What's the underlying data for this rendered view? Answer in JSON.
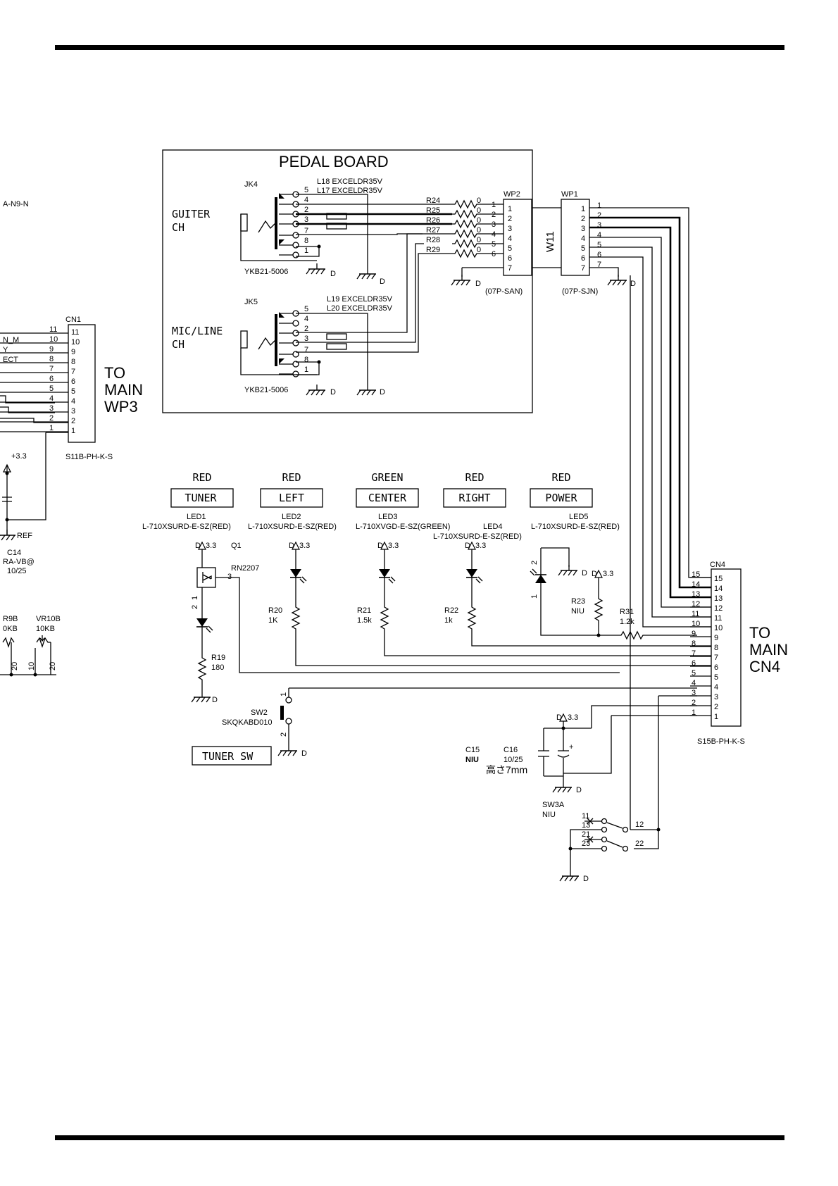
{
  "title": "PEDAL BOARD",
  "left_labels": {
    "net1": "A-N9-N",
    "net2": "N_M",
    "net3": "Y",
    "net4": "ECT"
  },
  "cn1": {
    "ref": "CN1",
    "part": "S11B-PH-K-S",
    "pins": [
      "11",
      "10",
      "9",
      "8",
      "7",
      "6",
      "5",
      "4",
      "3",
      "2",
      "1"
    ],
    "dest": [
      "TO",
      "MAIN",
      "WP3"
    ]
  },
  "left_parts": {
    "vcc": "+3.3",
    "ref": "REF",
    "c14": [
      "C14",
      "RA-VB@",
      "10/25"
    ],
    "r9b": [
      "R9B",
      "0KB"
    ],
    "vr10b": [
      "VR10B",
      "10KB"
    ],
    "vr_pins": [
      "20",
      "10",
      "20"
    ]
  },
  "jk4": {
    "ref": "JK4",
    "name_lines": [
      "GUITER",
      "CH"
    ],
    "part": "YKB21-5006",
    "pins": [
      "5",
      "4",
      "2",
      "3",
      "7",
      "8",
      "1"
    ],
    "filters": [
      "L18  EXCELDR35V",
      "L17  EXCELDR35V"
    ]
  },
  "jk5": {
    "ref": "JK5",
    "name_lines": [
      "MIC/LINE",
      "CH"
    ],
    "part": "YKB21-5006",
    "pins": [
      "5",
      "4",
      "2",
      "3",
      "7",
      "8",
      "1"
    ],
    "filters": [
      "L19  EXCELDR35V",
      "L20  EXCELDR35V"
    ]
  },
  "resistors": [
    {
      "ref": "R24",
      "val": "0"
    },
    {
      "ref": "R25",
      "val": "0"
    },
    {
      "ref": "R26",
      "val": "0"
    },
    {
      "ref": "R27",
      "val": "0"
    },
    {
      "ref": "R28",
      "val": "0"
    },
    {
      "ref": "R29",
      "val": "0"
    }
  ],
  "wp2": {
    "ref": "WP2",
    "part": "(07P-SAN)",
    "pins": [
      "1",
      "2",
      "3",
      "4",
      "5",
      "6",
      "7"
    ]
  },
  "wp1": {
    "ref": "WP1",
    "part": "(07P-SJN)",
    "pins": [
      "1",
      "2",
      "3",
      "4",
      "5",
      "6",
      "7"
    ]
  },
  "cable": "W11",
  "gnd": "D",
  "leds": [
    {
      "color": "RED",
      "name": "TUNER",
      "ref": "LED1",
      "part": "L-710XSURD-E-SZ(RED)"
    },
    {
      "color": "RED",
      "name": "LEFT",
      "ref": "LED2",
      "part": "L-710XSURD-E-SZ(RED)"
    },
    {
      "color": "GREEN",
      "name": "CENTER",
      "ref": "LED3",
      "part": "L-710XVGD-E-SZ(GREEN)"
    },
    {
      "color": "RED",
      "name": "RIGHT",
      "ref": "LED4",
      "part": "L-710XSURD-E-SZ(RED)"
    },
    {
      "color": "RED",
      "name": "POWER",
      "ref": "LED5",
      "part": "L-710XSURD-E-SZ(RED)"
    }
  ],
  "led_parts": {
    "vcc": "3.3",
    "d": "D",
    "q1": "Q1",
    "rn": "RN2207",
    "q_pin": "3",
    "r19": [
      "R19",
      "180"
    ],
    "r20": [
      "R20",
      "1K"
    ],
    "r21": [
      "R21",
      "1.5k"
    ],
    "r22": [
      "R22",
      "1k"
    ],
    "r23": [
      "R23",
      "NIU"
    ],
    "r31": [
      "R31",
      "1.2k"
    ],
    "pin1": "1",
    "pin2": "2"
  },
  "sw2": {
    "ref": "SW2",
    "part": "SKQKABD010",
    "label": "TUNER SW",
    "pins": [
      "1",
      "2"
    ]
  },
  "cn4": {
    "ref": "CN4",
    "part": "S15B-PH-K-S",
    "pins": [
      "15",
      "14",
      "13",
      "12",
      "11",
      "10",
      "9",
      "8",
      "7",
      "6",
      "5",
      "4",
      "3",
      "2",
      "1"
    ],
    "dest": [
      "TO",
      "MAIN",
      "CN4"
    ]
  },
  "caps": {
    "vcc": "3.3",
    "c15": [
      "C15",
      "NIU"
    ],
    "c16": [
      "C16",
      "10/25"
    ],
    "note": "高さ7mm"
  },
  "sw3a": {
    "ref": "SW3A",
    "val": "NIU",
    "pins": [
      "11",
      "13",
      "12",
      "21",
      "23",
      "22"
    ]
  }
}
